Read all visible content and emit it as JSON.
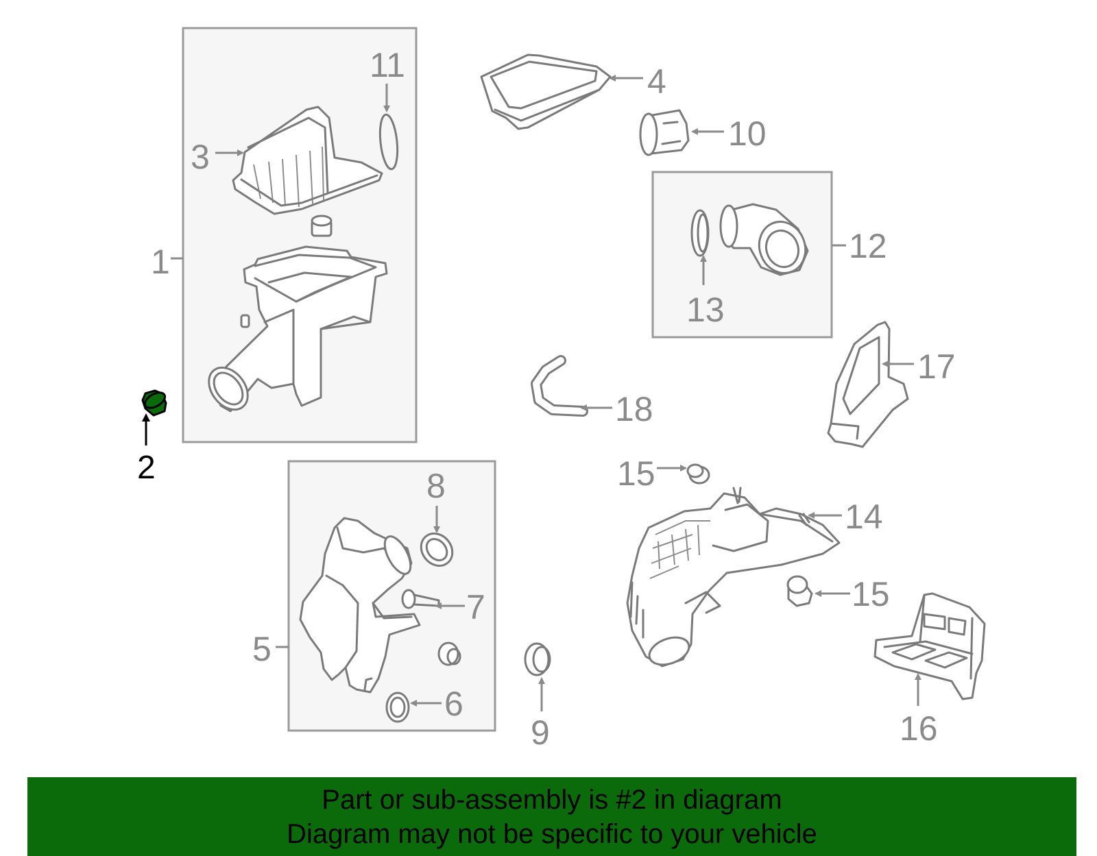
{
  "diagram": {
    "callouts": {
      "c1": "1",
      "c2": "2",
      "c3": "3",
      "c4": "4",
      "c5": "5",
      "c6": "6",
      "c7": "7",
      "c8": "8",
      "c9": "9",
      "c10": "10",
      "c11": "11",
      "c12": "12",
      "c13": "13",
      "c14": "14",
      "c15a": "15",
      "c15b": "15",
      "c16": "16",
      "c17": "17",
      "c18": "18"
    },
    "highlighted_part": "2",
    "colors": {
      "highlight": "#0b6b0b",
      "linework": "#8a8a8a",
      "box_fill": "#f6f6f6"
    }
  },
  "banner": {
    "line1": "Part or sub-assembly is #2 in diagram",
    "line2": "Diagram may not be specific to your vehicle"
  }
}
